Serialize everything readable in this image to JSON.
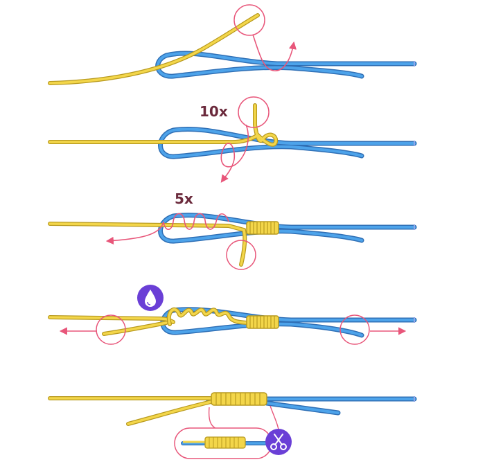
{
  "steps": [
    {
      "step": 1,
      "label": ""
    },
    {
      "step": 2,
      "label": "10x"
    },
    {
      "step": 3,
      "label": "5x"
    },
    {
      "step": 4,
      "label": ""
    },
    {
      "step": 5,
      "label": ""
    }
  ],
  "icons": {
    "moisten": "water-drop-icon",
    "trim": "scissors-icon"
  },
  "colors": {
    "yellow_line": "#f3d64a",
    "yellow_outline": "#b89a1f",
    "blue_line": "#4da3ea",
    "blue_outline": "#2f6fb5",
    "accent": "#e8567a",
    "label": "#6b2a3c",
    "icon_bg": "#6a3fd6"
  }
}
